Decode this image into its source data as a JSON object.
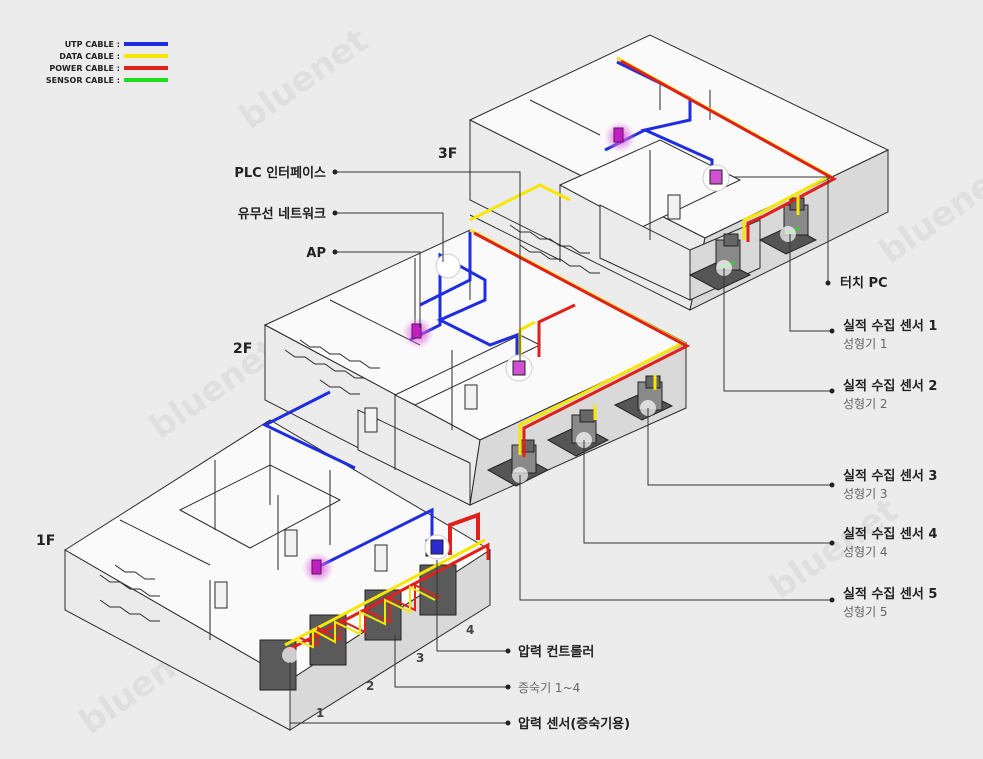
{
  "legend": {
    "items": [
      {
        "label": "UTP CABLE :",
        "color": "#1f2de0"
      },
      {
        "label": "DATA CABLE :",
        "color": "#f7e600"
      },
      {
        "label": "POWER CABLE :",
        "color": "#e0201a"
      },
      {
        "label": "SENSOR CABLE :",
        "color": "#1fe01f"
      }
    ]
  },
  "floors": {
    "f1": "1F",
    "f2": "2F",
    "f3": "3F"
  },
  "machine_numbers": [
    "1",
    "2",
    "3",
    "4"
  ],
  "callouts": {
    "plc": "PLC 인터페이스",
    "network": "유무선 네트워크",
    "ap": "AP",
    "touch_pc": "터치 PC",
    "sensor1": {
      "title": "실적 수집 센서 1",
      "sub": "성형기 1"
    },
    "sensor2": {
      "title": "실적 수집 센서 2",
      "sub": "성형기 2"
    },
    "sensor3": {
      "title": "실적 수집 센서 3",
      "sub": "성형기 3"
    },
    "sensor4": {
      "title": "실적 수집 센서 4",
      "sub": "성형기 4"
    },
    "sensor5": {
      "title": "실적 수집 센서 5",
      "sub": "성형기 5"
    },
    "pressure_controller": "압력 컨트롤러",
    "steamer": "증숙기 1~4",
    "pressure_sensor": "압력 센서(증숙기용)"
  },
  "watermark": "bluenet",
  "colors": {
    "background": "#ececec",
    "utp": "#1f2de0",
    "data": "#f7e600",
    "power": "#e0201a",
    "sensor": "#1fe01f",
    "ap_glow": "#e070e0"
  }
}
